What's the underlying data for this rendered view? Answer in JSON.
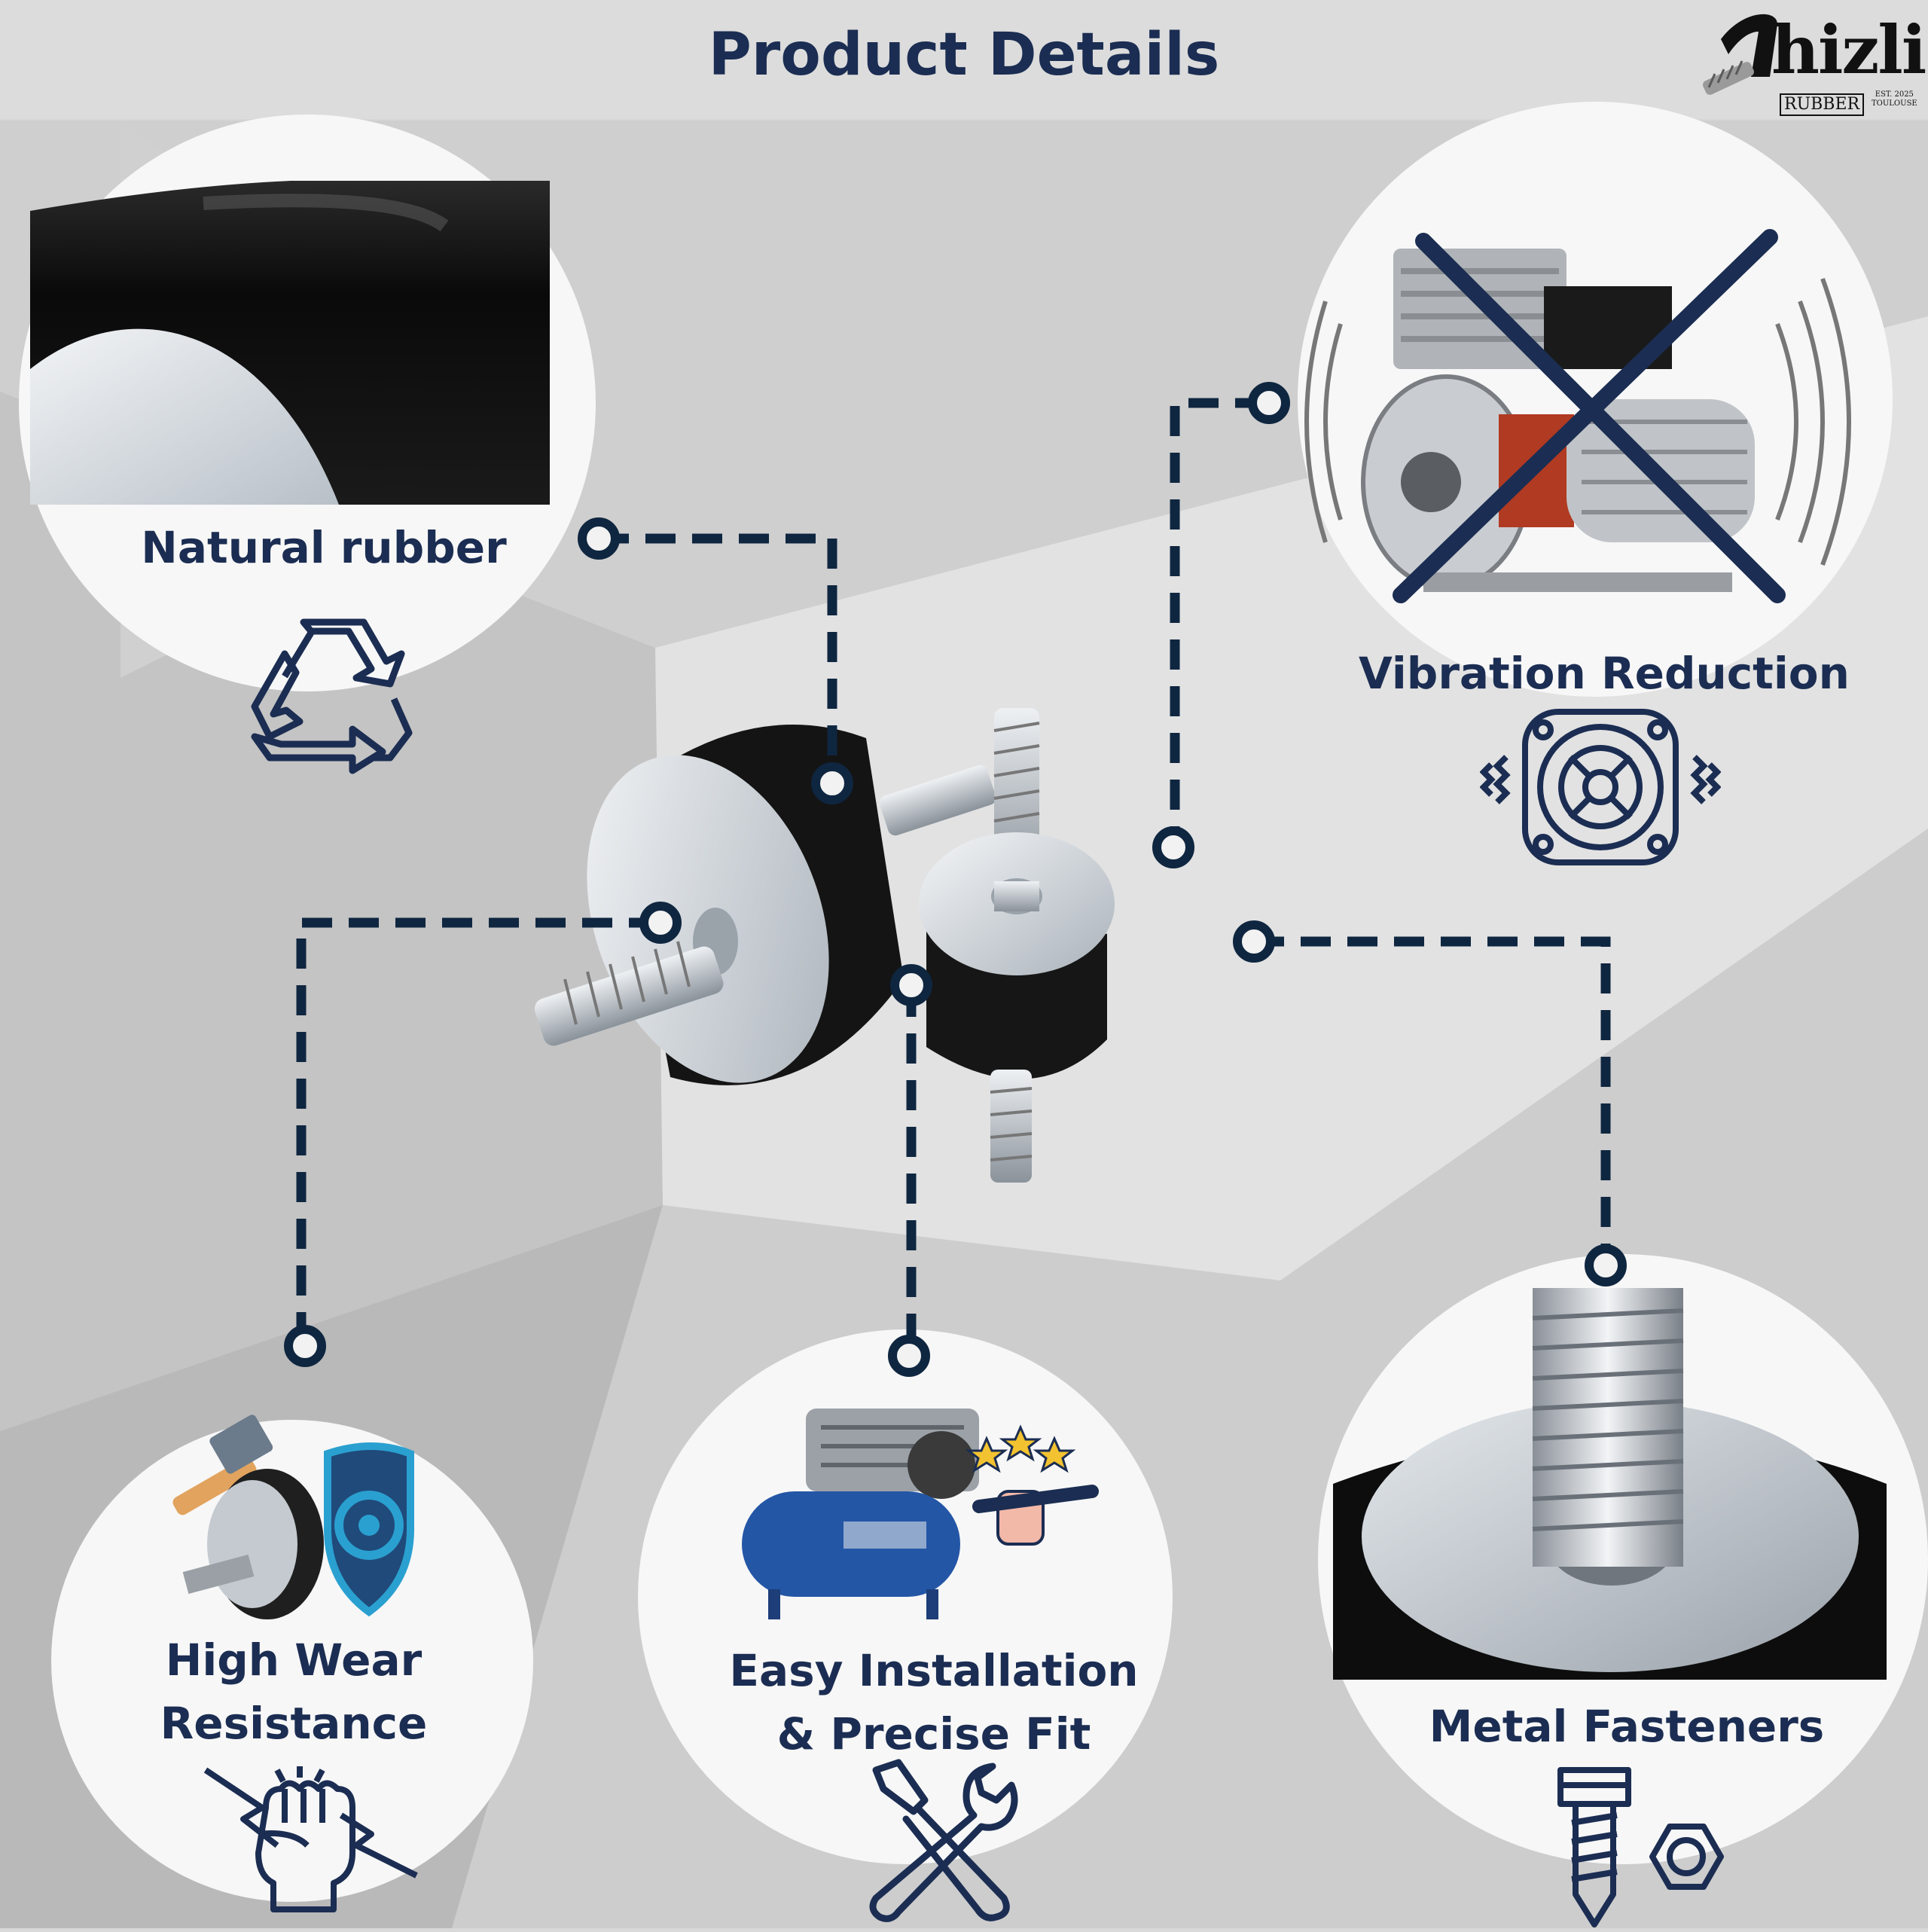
{
  "header": {
    "title": "Product Details"
  },
  "logo": {
    "word": "hizli",
    "sub": "RUBBER",
    "est_line1": "EST. 2025",
    "est_line2": "TOULOUSE"
  },
  "features": [
    {
      "label": "Natural rubber",
      "icon": "recycle-icon"
    },
    {
      "label": "Vibration Reduction",
      "icon": "vibration-fan-icon"
    },
    {
      "label_line1": "High Wear",
      "label_line2": "Resistance",
      "icon": "fist-lightning-icon"
    },
    {
      "label_line1": "Easy Installation",
      "label_line2": "& Precise Fit",
      "icon": "wrench-screwdriver-icon"
    },
    {
      "label": "Metal Fasteners",
      "icon": "bolt-nut-icon"
    }
  ],
  "colors": {
    "accent": "#1b2d52",
    "connector": "#0f2640",
    "background": "#d9d9d9",
    "circle": "#f7f7f7"
  }
}
